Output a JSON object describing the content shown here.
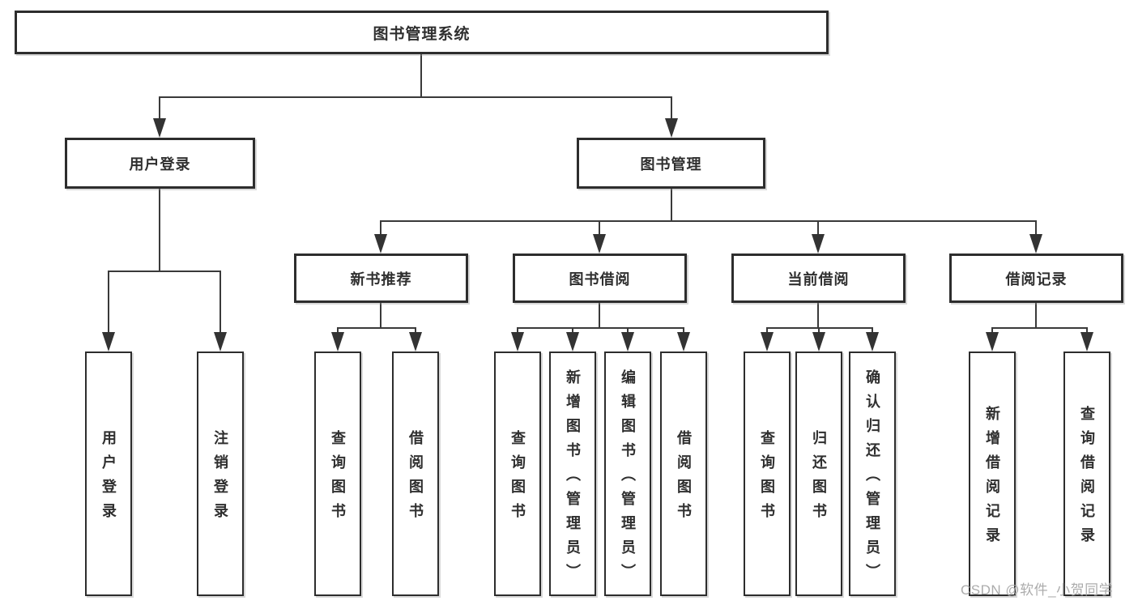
{
  "title": "图书管理系统",
  "tree": {
    "label": "图书管理系统",
    "children": [
      {
        "label": "用户登录",
        "children": [
          {
            "label": "用户登录"
          },
          {
            "label": "注销登录"
          }
        ]
      },
      {
        "label": "图书管理",
        "children": [
          {
            "label": "新书推荐",
            "children": [
              {
                "label": "查询图书"
              },
              {
                "label": "借阅图书"
              }
            ]
          },
          {
            "label": "图书借阅",
            "children": [
              {
                "label": "查询图书"
              },
              {
                "label": "新增图书（管理员）"
              },
              {
                "label": "编辑图书（管理员）"
              },
              {
                "label": "借阅图书"
              }
            ]
          },
          {
            "label": "当前借阅",
            "children": [
              {
                "label": "查询图书"
              },
              {
                "label": "归还图书"
              },
              {
                "label": "确认归还（管理员）"
              }
            ]
          },
          {
            "label": "借阅记录",
            "children": [
              {
                "label": "新增借阅记录"
              },
              {
                "label": "查询借阅记录"
              }
            ]
          }
        ]
      }
    ]
  },
  "watermark": "CSDN @软件_小贺同学",
  "colors": {
    "box_border": "#2d2d2d",
    "connector_line": "#3a3a3a",
    "arrowhead": "#333333",
    "watermark_text": "#a8a8a8",
    "background": "#ffffff"
  }
}
